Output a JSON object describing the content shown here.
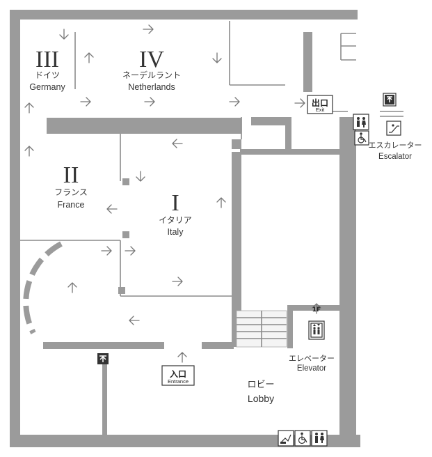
{
  "rooms": {
    "germany": {
      "numeral": "III",
      "jp": "ドイツ",
      "en": "Germany"
    },
    "netherlands": {
      "numeral": "IV",
      "jp": "ネーデルラント",
      "en": "Netherlands"
    },
    "france": {
      "numeral": "II",
      "jp": "フランス",
      "en": "France"
    },
    "italy": {
      "numeral": "I",
      "jp": "イタリア",
      "en": "Italy"
    }
  },
  "lobby": {
    "jp": "ロビー",
    "en": "Lobby"
  },
  "exit_sign": {
    "jp": "出口",
    "en": "Exit"
  },
  "entrance_sign": {
    "jp": "入口",
    "en": "Entrance"
  },
  "escalator": {
    "jp": "エスカレーター",
    "en": "Escalator"
  },
  "elevator": {
    "jp": "エレベーター",
    "en": "Elevator",
    "floor": "1F"
  },
  "icons": {
    "restaurant": "restaurant-icon",
    "restroom": "restroom-icon",
    "wheelchair": "wheelchair-icon",
    "escalator": "escalator-icon",
    "elevator": "elevator-icon",
    "ticket": "ticket-icon"
  }
}
